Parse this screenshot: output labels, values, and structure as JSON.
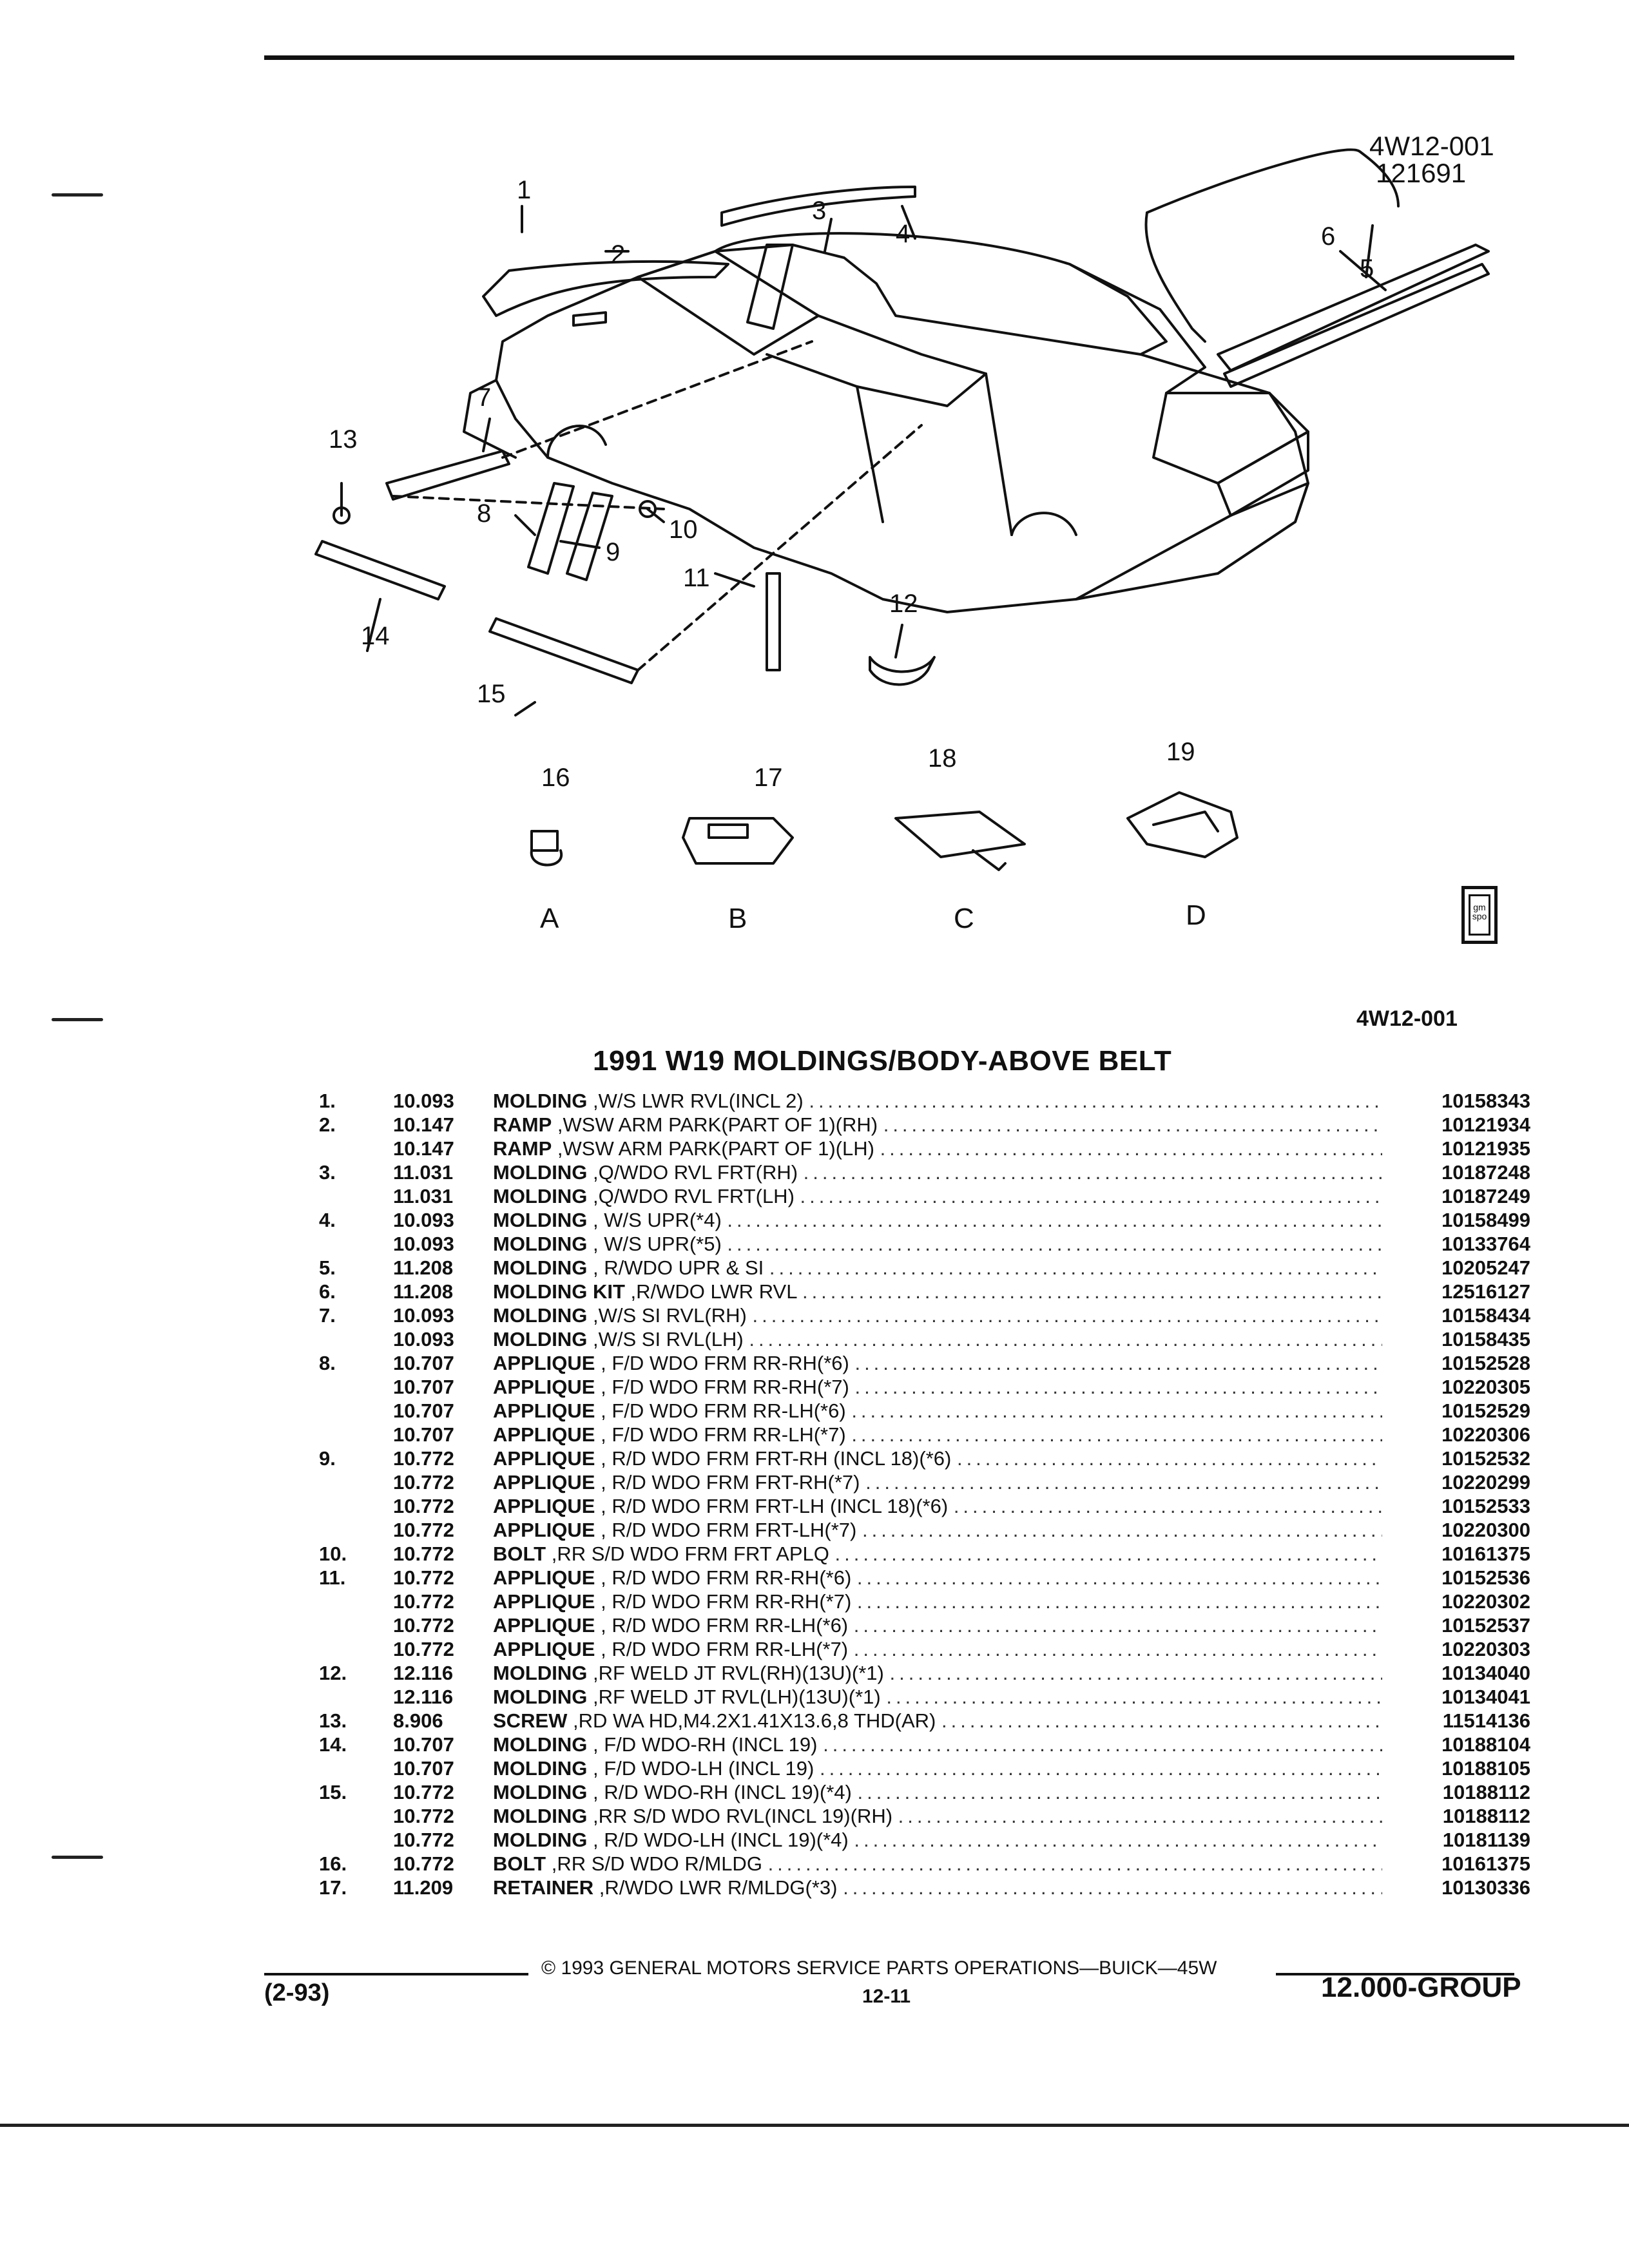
{
  "figure": {
    "id_line1": "4W12-001",
    "id_line2": "121691",
    "callouts": [
      "1",
      "2",
      "3",
      "4",
      "5",
      "6",
      "7",
      "8",
      "9",
      "10",
      "11",
      "12",
      "13",
      "14",
      "15"
    ],
    "detail_callouts": [
      "16",
      "17",
      "18",
      "19"
    ],
    "detail_letters": [
      "A",
      "B",
      "C",
      "D"
    ],
    "logo_text": "gm spo"
  },
  "document": {
    "id": "4W12-001",
    "title": "1991 W19 MOLDINGS/BODY-ABOVE BELT"
  },
  "parts": [
    {
      "num": "1.",
      "code": "10.093",
      "name": "MOLDING",
      "desc": ",W/S LWR RVL(INCL 2)",
      "pn": "10158343"
    },
    {
      "num": "2.",
      "code": "10.147",
      "name": "RAMP",
      "desc": ",WSW ARM PARK(PART OF 1)(RH)",
      "pn": "10121934"
    },
    {
      "num": "",
      "code": "10.147",
      "name": "RAMP",
      "desc": ",WSW ARM PARK(PART OF 1)(LH)",
      "pn": "10121935"
    },
    {
      "num": "3.",
      "code": "11.031",
      "name": "MOLDING",
      "desc": ",Q/WDO RVL FRT(RH)",
      "pn": "10187248"
    },
    {
      "num": "",
      "code": "11.031",
      "name": "MOLDING",
      "desc": ",Q/WDO RVL FRT(LH)",
      "pn": "10187249"
    },
    {
      "num": "4.",
      "code": "10.093",
      "name": "MOLDING",
      "desc": ", W/S UPR(*4)",
      "pn": "10158499"
    },
    {
      "num": "",
      "code": "10.093",
      "name": "MOLDING",
      "desc": ", W/S UPR(*5)",
      "pn": "10133764"
    },
    {
      "num": "5.",
      "code": "11.208",
      "name": "MOLDING",
      "desc": ", R/WDO UPR & SI",
      "pn": "10205247"
    },
    {
      "num": "6.",
      "code": "11.208",
      "name": "MOLDING KIT",
      "desc": ",R/WDO LWR RVL",
      "pn": "12516127"
    },
    {
      "num": "7.",
      "code": "10.093",
      "name": "MOLDING",
      "desc": ",W/S SI RVL(RH)",
      "pn": "10158434"
    },
    {
      "num": "",
      "code": "10.093",
      "name": "MOLDING",
      "desc": ",W/S SI RVL(LH)",
      "pn": "10158435"
    },
    {
      "num": "8.",
      "code": "10.707",
      "name": "APPLIQUE",
      "desc": ", F/D WDO FRM RR-RH(*6)",
      "pn": "10152528"
    },
    {
      "num": "",
      "code": "10.707",
      "name": "APPLIQUE",
      "desc": ", F/D WDO FRM RR-RH(*7)",
      "pn": "10220305"
    },
    {
      "num": "",
      "code": "10.707",
      "name": "APPLIQUE",
      "desc": ", F/D WDO FRM RR-LH(*6)",
      "pn": "10152529"
    },
    {
      "num": "",
      "code": "10.707",
      "name": "APPLIQUE",
      "desc": ", F/D WDO FRM RR-LH(*7)",
      "pn": "10220306"
    },
    {
      "num": "9.",
      "code": "10.772",
      "name": "APPLIQUE",
      "desc": ", R/D WDO FRM FRT-RH (INCL 18)(*6)",
      "pn": "10152532"
    },
    {
      "num": "",
      "code": "10.772",
      "name": "APPLIQUE",
      "desc": ", R/D WDO FRM FRT-RH(*7)",
      "pn": "10220299"
    },
    {
      "num": "",
      "code": "10.772",
      "name": "APPLIQUE",
      "desc": ", R/D WDO FRM FRT-LH (INCL 18)(*6)",
      "pn": "10152533"
    },
    {
      "num": "",
      "code": "10.772",
      "name": "APPLIQUE",
      "desc": ", R/D WDO FRM FRT-LH(*7)",
      "pn": "10220300"
    },
    {
      "num": "10.",
      "code": "10.772",
      "name": "BOLT",
      "desc": ",RR S/D WDO FRM FRT APLQ",
      "pn": "10161375"
    },
    {
      "num": "11.",
      "code": "10.772",
      "name": "APPLIQUE",
      "desc": ", R/D WDO FRM RR-RH(*6)",
      "pn": "10152536"
    },
    {
      "num": "",
      "code": "10.772",
      "name": "APPLIQUE",
      "desc": ", R/D WDO FRM RR-RH(*7)",
      "pn": "10220302"
    },
    {
      "num": "",
      "code": "10.772",
      "name": "APPLIQUE",
      "desc": ", R/D WDO FRM RR-LH(*6)",
      "pn": "10152537"
    },
    {
      "num": "",
      "code": "10.772",
      "name": "APPLIQUE",
      "desc": ", R/D WDO FRM RR-LH(*7)",
      "pn": "10220303"
    },
    {
      "num": "12.",
      "code": "12.116",
      "name": "MOLDING",
      "desc": ",RF WELD JT RVL(RH)(13U)(*1)",
      "pn": "10134040"
    },
    {
      "num": "",
      "code": "12.116",
      "name": "MOLDING",
      "desc": ",RF WELD JT RVL(LH)(13U)(*1)",
      "pn": "10134041"
    },
    {
      "num": "13.",
      "code": "8.906",
      "name": "SCREW",
      "desc": ",RD WA HD,M4.2X1.41X13.6,8 THD(AR)",
      "pn": "11514136"
    },
    {
      "num": "14.",
      "code": "10.707",
      "name": "MOLDING",
      "desc": ", F/D WDO-RH (INCL 19)",
      "pn": "10188104"
    },
    {
      "num": "",
      "code": "10.707",
      "name": "MOLDING",
      "desc": ", F/D WDO-LH (INCL 19)",
      "pn": "10188105"
    },
    {
      "num": "15.",
      "code": "10.772",
      "name": "MOLDING",
      "desc": ", R/D WDO-RH (INCL 19)(*4)",
      "pn": "10188112"
    },
    {
      "num": "",
      "code": "10.772",
      "name": "MOLDING",
      "desc": ",RR S/D WDO RVL(INCL 19)(RH)",
      "pn": "10188112"
    },
    {
      "num": "",
      "code": "10.772",
      "name": "MOLDING",
      "desc": ", R/D WDO-LH (INCL 19)(*4)",
      "pn": "10181139"
    },
    {
      "num": "16.",
      "code": "10.772",
      "name": "BOLT",
      "desc": ",RR S/D WDO R/MLDG",
      "pn": "10161375"
    },
    {
      "num": "17.",
      "code": "11.209",
      "name": "RETAINER",
      "desc": ",R/WDO LWR R/MLDG(*3)",
      "pn": "10130336"
    }
  ],
  "footer": {
    "copyright": "© 1993 GENERAL MOTORS SERVICE PARTS OPERATIONS—BUICK—45W",
    "page": "12-11",
    "date_code": "(2-93)",
    "group": "12.000-GROUP"
  }
}
